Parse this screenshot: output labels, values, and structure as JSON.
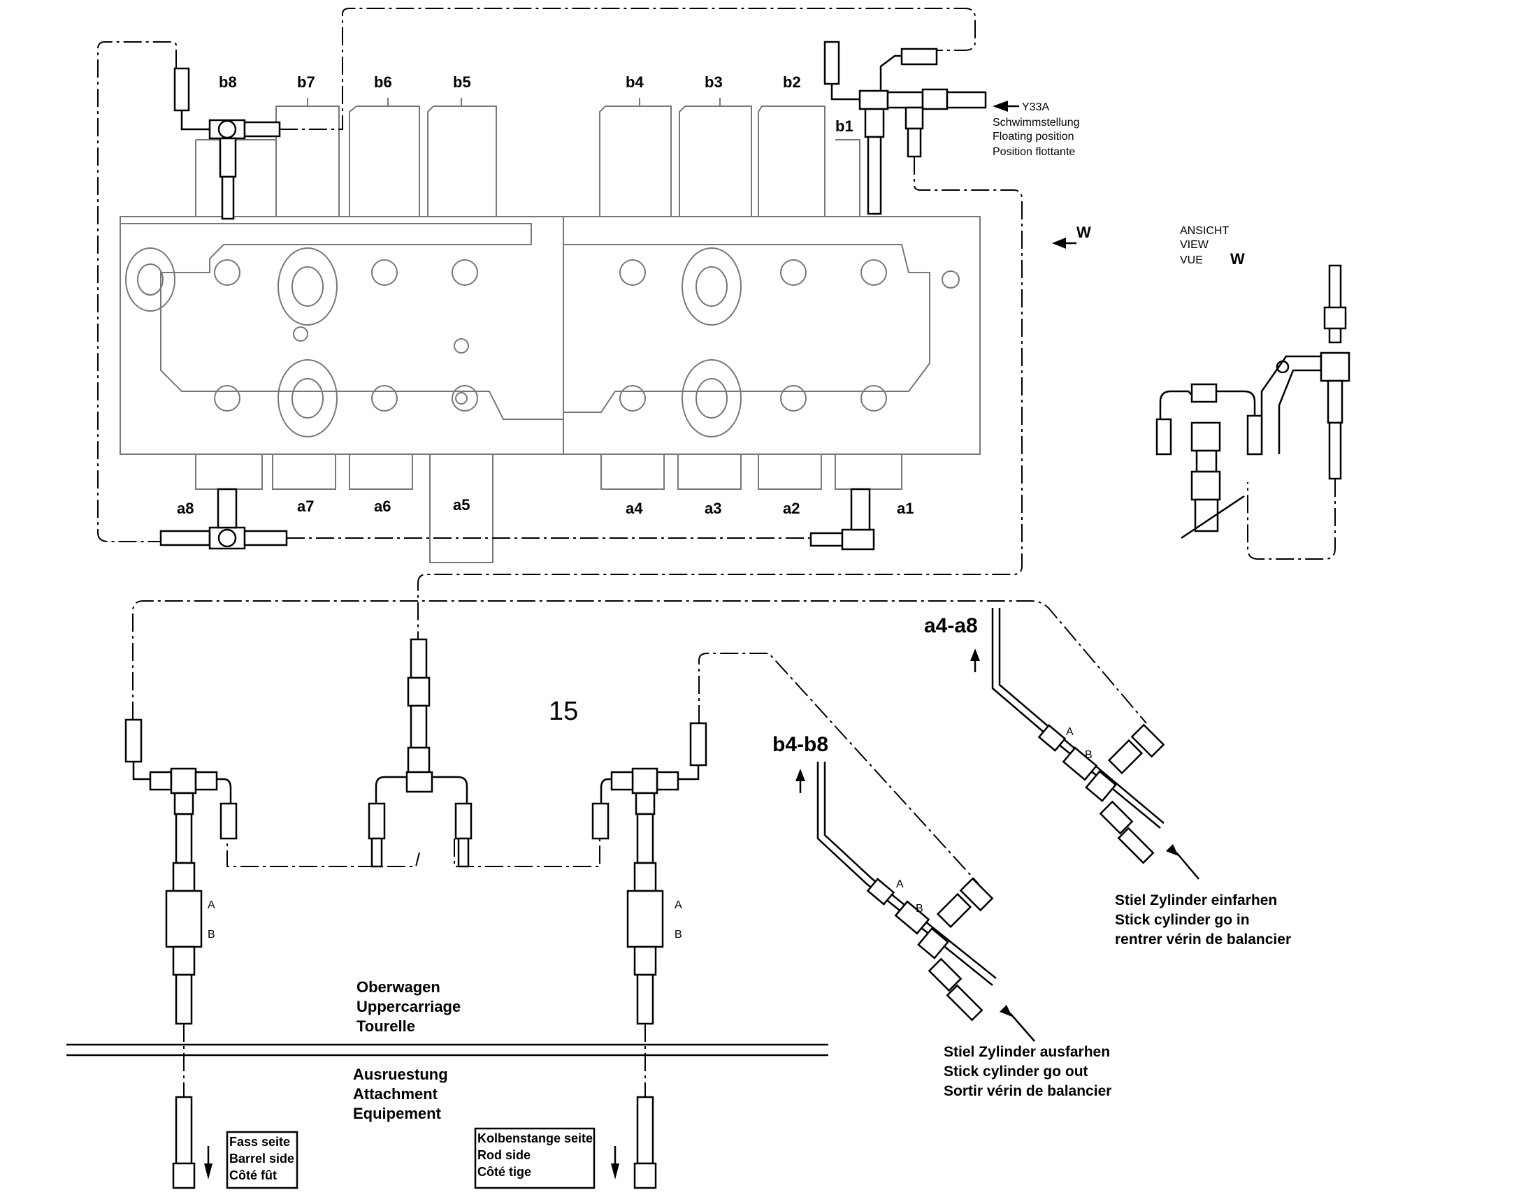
{
  "ports_top": [
    "b8",
    "b7",
    "b6",
    "b5",
    "b4",
    "b3",
    "b2",
    "b1"
  ],
  "ports_bottom": [
    "a8",
    "a7",
    "a6",
    "a5",
    "a4",
    "a3",
    "a2",
    "a1"
  ],
  "valve_label": "Y33A",
  "floating": [
    "Schwimmstellung",
    "Floating position",
    "Position flottante"
  ],
  "view_arrow_label": "W",
  "view_title": [
    "ANSICHT",
    "VIEW",
    "VUE"
  ],
  "view_letter": "W",
  "item_number": "15",
  "branch_a": "a4-a8",
  "branch_b": "b4-b8",
  "valve_marks": [
    "A",
    "B"
  ],
  "stick_in": [
    "Stiel Zylinder einfarhen",
    "Stick cylinder go in",
    "rentrer vérin de balancier"
  ],
  "stick_out": [
    "Stiel Zylinder ausfarhen",
    "Stick cylinder go out",
    "Sortir vérin de balancier"
  ],
  "upper": [
    "Oberwagen",
    "Uppercarriage",
    "Tourelle"
  ],
  "attach": [
    "Ausruestung",
    "Attachment",
    "Equipement"
  ],
  "barrel_box": [
    "Fass seite",
    "Barrel side",
    "Côté fût"
  ],
  "rod_box": [
    "Kolbenstange seite",
    "Rod side",
    "Côté tige"
  ]
}
